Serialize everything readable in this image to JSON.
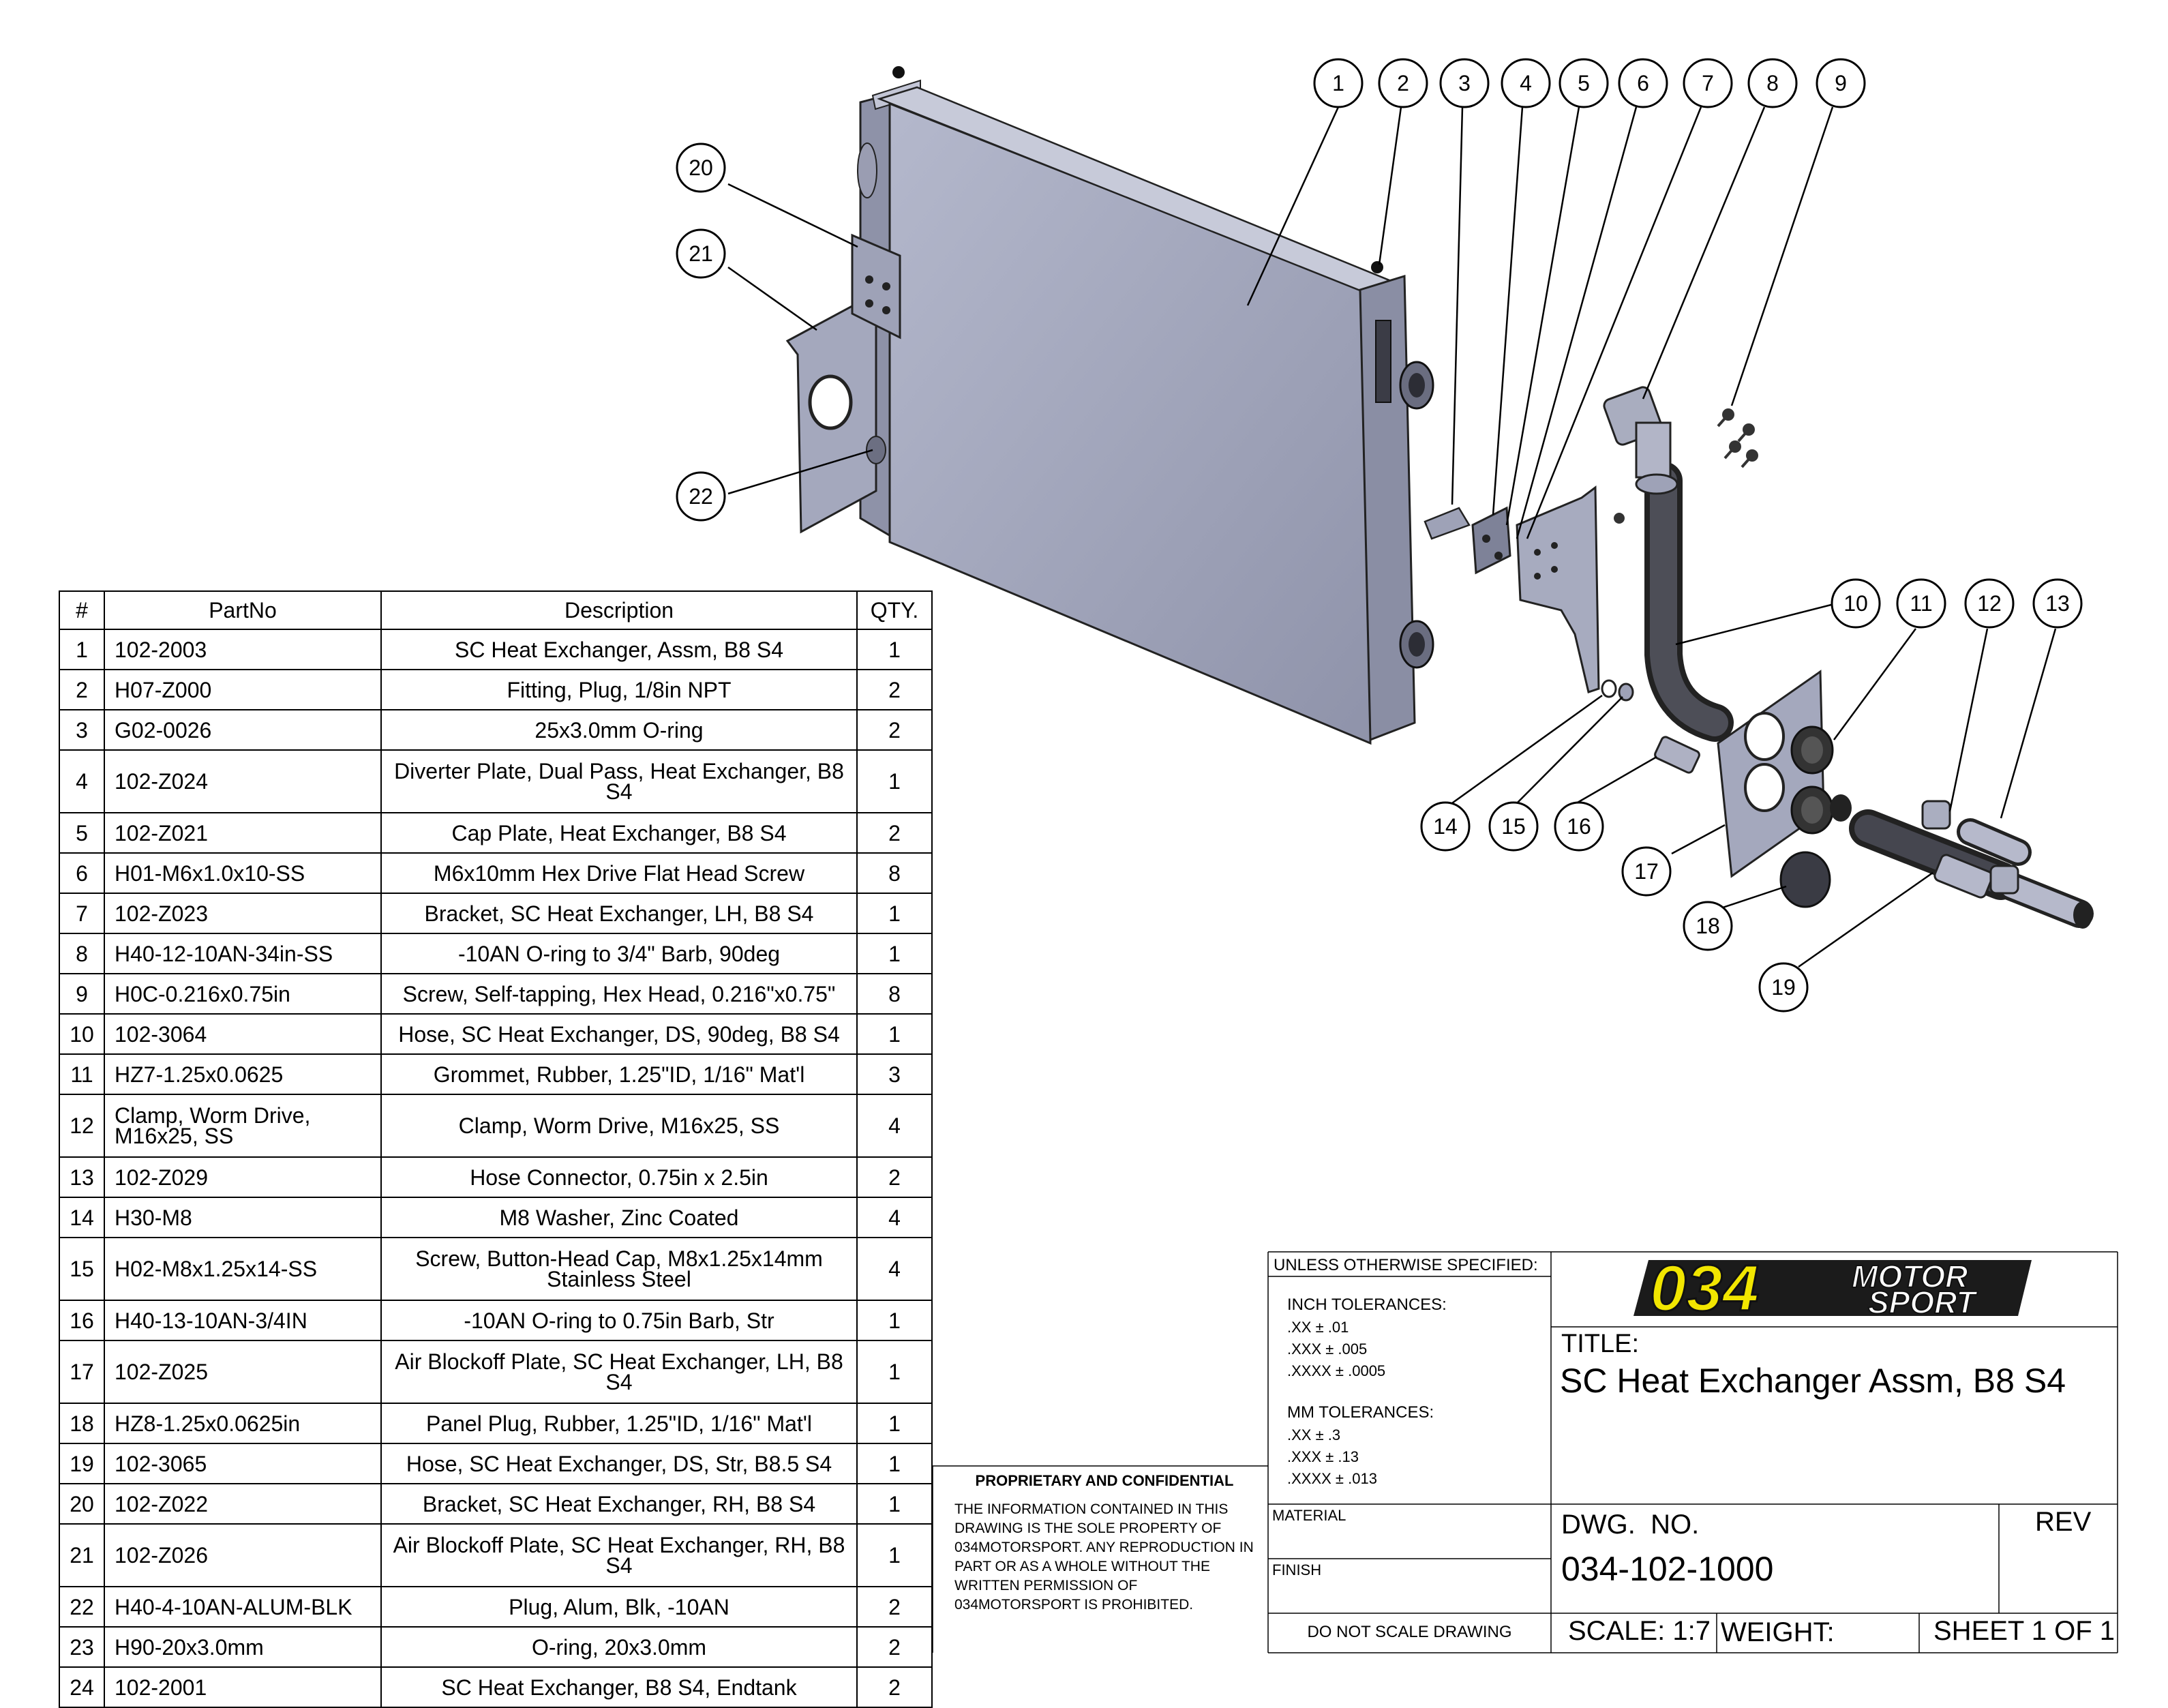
{
  "balloons": [
    "1",
    "2",
    "3",
    "4",
    "5",
    "6",
    "7",
    "8",
    "9",
    "10",
    "11",
    "12",
    "13",
    "14",
    "15",
    "16",
    "17",
    "18",
    "19",
    "20",
    "21",
    "22"
  ],
  "bom": {
    "headers": [
      "#",
      "PartNo",
      "Description",
      "QTY."
    ],
    "rows": [
      {
        "num": "1",
        "part": "102-2003",
        "desc": "SC Heat Exchanger, Assm, B8 S4",
        "qty": "1"
      },
      {
        "num": "2",
        "part": "H07-Z000",
        "desc": "Fitting, Plug, 1/8in NPT",
        "qty": "2"
      },
      {
        "num": "3",
        "part": "G02-0026",
        "desc": "25x3.0mm O-ring",
        "qty": "2"
      },
      {
        "num": "4",
        "part": "102-Z024",
        "desc": "Diverter Plate, Dual Pass, Heat Exchanger, B8 S4",
        "qty": "1"
      },
      {
        "num": "5",
        "part": "102-Z021",
        "desc": "Cap Plate, Heat Exchanger, B8 S4",
        "qty": "2"
      },
      {
        "num": "6",
        "part": "H01-M6x1.0x10-SS",
        "desc": "M6x10mm Hex Drive Flat Head Screw",
        "qty": "8"
      },
      {
        "num": "7",
        "part": "102-Z023",
        "desc": "Bracket, SC Heat Exchanger, LH, B8 S4",
        "qty": "1"
      },
      {
        "num": "8",
        "part": "H40-12-10AN-34in-SS",
        "desc": "-10AN O-ring to 3/4\" Barb, 90deg",
        "qty": "1"
      },
      {
        "num": "9",
        "part": "H0C-0.216x0.75in",
        "desc": "Screw, Self-tapping, Hex Head, 0.216\"x0.75\"",
        "qty": "8"
      },
      {
        "num": "10",
        "part": "102-3064",
        "desc": "Hose, SC Heat Exchanger, DS, 90deg, B8 S4",
        "qty": "1"
      },
      {
        "num": "11",
        "part": "HZ7-1.25x0.0625",
        "desc": "Grommet, Rubber, 1.25\"ID, 1/16\" Mat'l",
        "qty": "3"
      },
      {
        "num": "12",
        "part": "Clamp, Worm Drive, M16x25, SS",
        "desc": "Clamp, Worm Drive, M16x25, SS",
        "qty": "4"
      },
      {
        "num": "13",
        "part": "102-Z029",
        "desc": "Hose Connector, 0.75in x 2.5in",
        "qty": "2"
      },
      {
        "num": "14",
        "part": "H30-M8",
        "desc": "M8 Washer, Zinc Coated",
        "qty": "4"
      },
      {
        "num": "15",
        "part": "H02-M8x1.25x14-SS",
        "desc": "Screw, Button-Head Cap, M8x1.25x14mm Stainless Steel",
        "qty": "4"
      },
      {
        "num": "16",
        "part": "H40-13-10AN-3/4IN",
        "desc": "-10AN O-ring to 0.75in Barb, Str",
        "qty": "1"
      },
      {
        "num": "17",
        "part": "102-Z025",
        "desc": "Air Blockoff Plate, SC Heat Exchanger, LH, B8 S4",
        "qty": "1"
      },
      {
        "num": "18",
        "part": "HZ8-1.25x0.0625in",
        "desc": "Panel Plug, Rubber, 1.25\"ID, 1/16\" Mat'l",
        "qty": "1"
      },
      {
        "num": "19",
        "part": "102-3065",
        "desc": "Hose, SC Heat Exchanger, DS, Str, B8.5 S4",
        "qty": "1"
      },
      {
        "num": "20",
        "part": "102-Z022",
        "desc": "Bracket, SC Heat Exchanger, RH, B8 S4",
        "qty": "1"
      },
      {
        "num": "21",
        "part": "102-Z026",
        "desc": "Air Blockoff Plate, SC Heat Exchanger, RH, B8 S4",
        "qty": "1"
      },
      {
        "num": "22",
        "part": "H40-4-10AN-ALUM-BLK",
        "desc": "Plug, Alum, Blk, -10AN",
        "qty": "2"
      },
      {
        "num": "23",
        "part": "H90-20x3.0mm",
        "desc": "O-ring, 20x3.0mm",
        "qty": "2"
      },
      {
        "num": "24",
        "part": "102-2001",
        "desc": "SC Heat Exchanger, B8 S4, Endtank",
        "qty": "2"
      }
    ]
  },
  "proprietary": {
    "heading": "PROPRIETARY AND CONFIDENTIAL",
    "body": "THE INFORMATION CONTAINED IN THIS DRAWING IS THE SOLE PROPERTY OF 034MOTORSPORT.  ANY REPRODUCTION IN PART OR AS A WHOLE WITHOUT THE WRITTEN PERMISSION OF 034MOTORSPORT IS PROHIBITED."
  },
  "title_block": {
    "unless": "UNLESS OTHERWISE SPECIFIED:",
    "inch_heading": "INCH TOLERANCES:",
    "inch_lines": [
      ".XX ± .01",
      ".XXX ± .005",
      ".XXXX ± .0005"
    ],
    "mm_heading": "MM TOLERANCES:",
    "mm_lines": [
      ".XX ± .3",
      ".XXX ± .13",
      ".XXXX ± .013"
    ],
    "material_label": "MATERIAL",
    "finish_label": "FINISH",
    "do_not_scale": "DO NOT SCALE DRAWING",
    "logo_number": "034",
    "logo_word1": "MOTOR",
    "logo_word2": "SPORT",
    "title_label": "TITLE:",
    "title": "SC Heat Exchanger Assm, B8 S4",
    "dwg_label": "DWG.  NO.",
    "dwg_no": "034-102-1000",
    "rev_label": "REV",
    "scale": "SCALE: 1:7",
    "weight": "WEIGHT:",
    "sheet": "SHEET 1 OF 1"
  },
  "colors": {
    "part_body": "#a9adc3",
    "part_shadow": "#7c7f96",
    "part_dark": "#3a3b45",
    "logo_yellow": "#f2e600"
  }
}
